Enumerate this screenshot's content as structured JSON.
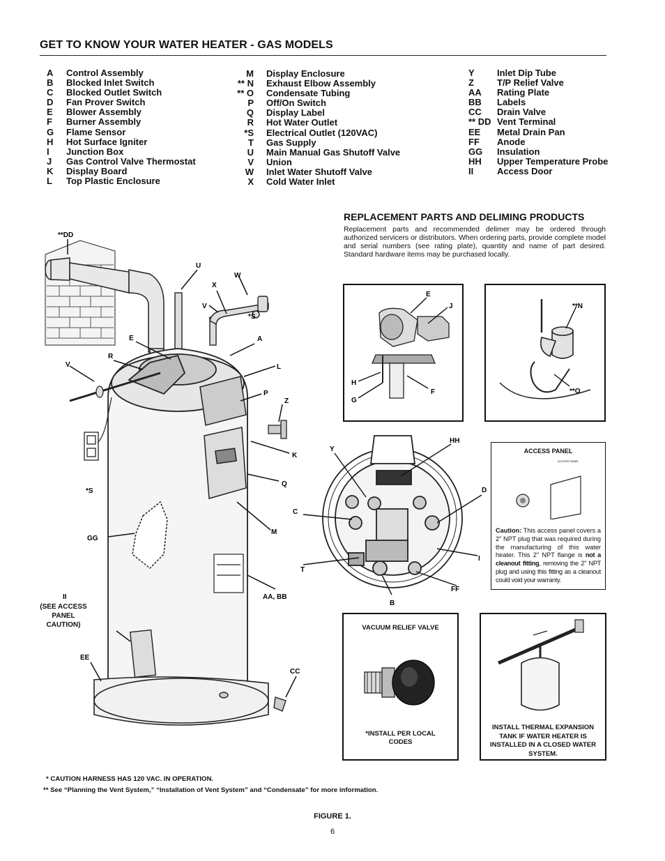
{
  "page_title": "GET TO KNOW YOUR WATER HEATER - GAS MODELS",
  "parts_col1": [
    {
      "code": "A",
      "name": "Control Assembly"
    },
    {
      "code": "B",
      "name": "Blocked Inlet Switch"
    },
    {
      "code": "C",
      "name": "Blocked Outlet Switch"
    },
    {
      "code": "D",
      "name": "Fan Prover Switch"
    },
    {
      "code": "E",
      "name": "Blower Assembly"
    },
    {
      "code": "F",
      "name": "Burner Assembly"
    },
    {
      "code": "G",
      "name": "Flame Sensor"
    },
    {
      "code": "H",
      "name": "Hot Surface Igniter"
    },
    {
      "code": "I",
      "name": "Junction Box"
    },
    {
      "code": "J",
      "name": "Gas Control Valve Thermostat"
    },
    {
      "code": "K",
      "name": "Display Board"
    },
    {
      "code": "L",
      "name": "Top Plastic Enclosure"
    }
  ],
  "parts_col2": [
    {
      "code": "M",
      "name": "Display Enclosure"
    },
    {
      "code": "** N",
      "name": "Exhaust Elbow Assembly"
    },
    {
      "code": "** O",
      "name": "Condensate Tubing"
    },
    {
      "code": "P",
      "name": "Off/On Switch"
    },
    {
      "code": "Q",
      "name": "Display Label"
    },
    {
      "code": "R",
      "name": "Hot Water Outlet"
    },
    {
      "code": "*S",
      "name": "Electrical Outlet (120VAC)"
    },
    {
      "code": "T",
      "name": "Gas Supply"
    },
    {
      "code": "U",
      "name": "Main Manual Gas Shutoff Valve"
    },
    {
      "code": "V",
      "name": "Union"
    },
    {
      "code": "W",
      "name": "Inlet Water Shutoff Valve"
    },
    {
      "code": "X",
      "name": "Cold Water Inlet"
    }
  ],
  "parts_col3": [
    {
      "code": "Y",
      "name": "Inlet Dip Tube"
    },
    {
      "code": "Z",
      "name": "T/P Relief Valve"
    },
    {
      "code": "AA",
      "name": "Rating Plate"
    },
    {
      "code": "BB",
      "name": "Labels"
    },
    {
      "code": "CC",
      "name": "Drain Valve"
    },
    {
      "code": "** DD",
      "name": "Vent Terminal"
    },
    {
      "code": "EE",
      "name": "Metal Drain Pan"
    },
    {
      "code": "FF",
      "name": "Anode"
    },
    {
      "code": "GG",
      "name": "Insulation"
    },
    {
      "code": "HH",
      "name": "Upper Temperature Probe"
    },
    {
      "code": "II",
      "name": "Access Door"
    }
  ],
  "replacement": {
    "title": "REPLACEMENT PARTS AND DELIMING PRODUCTS",
    "body": "Replacement parts and recommended delimer may be ordered through authorized servicers or distributors. When ordering parts, provide complete model and serial numbers (see rating plate), quantity and name of part desired. Standard hardware items may be purchased locally."
  },
  "main_callouts": {
    "dd": "**DD",
    "u": "U",
    "w": "W",
    "x": "X",
    "v_top": "V",
    "s_top": "*S",
    "e": "E",
    "a": "A",
    "r": "R",
    "v_left": "V",
    "l": "L",
    "p": "P",
    "z": "Z",
    "k": "K",
    "s_left": "*S",
    "q": "Q",
    "c": "C",
    "m": "M",
    "gg": "GG",
    "t": "T",
    "aa_bb": "AA, BB",
    "ii": "II",
    "ii_note": "(SEE ACCESS PANEL CAUTION)",
    "ee": "EE",
    "cc": "CC",
    "b": "B",
    "y": "Y",
    "hh": "HH",
    "d": "D",
    "i": "I",
    "ff": "FF"
  },
  "burner_box": {
    "e": "E",
    "j": "J",
    "h": "H",
    "f": "F",
    "g": "G"
  },
  "elbow_box": {
    "n": "**N",
    "o": "**O"
  },
  "access_panel": {
    "heading": "ACCESS PANEL",
    "tiny_label": "ACCESS PANEL",
    "caution_bold": "Caution:",
    "caution_text": " This access panel covers a 2\" NPT plug that was required during the manufacturing of this water heater. This 2\" NPT flange is ",
    "caution_bold2": "not a cleanout fitting",
    "caution_text2": ", removing the 2\" NPT plug and using this fitting as a cleanout could void your warranty."
  },
  "vacuum_box": {
    "title": "VACUUM RELIEF VALVE",
    "note": "*INSTALL PER LOCAL CODES"
  },
  "expansion_box": {
    "text": "INSTALL THERMAL EXPANSION TANK IF WATER HEATER IS INSTALLED IN A CLOSED WATER SYSTEM."
  },
  "notes": {
    "n1": "* CAUTION HARNESS HAS 120 VAC. IN OPERATION.",
    "n2": "** See “Planning the Vent System,” “Installation of Vent System” and “Condensate” for more information."
  },
  "figure_caption": "FIGURE 1.",
  "page_number": "6"
}
